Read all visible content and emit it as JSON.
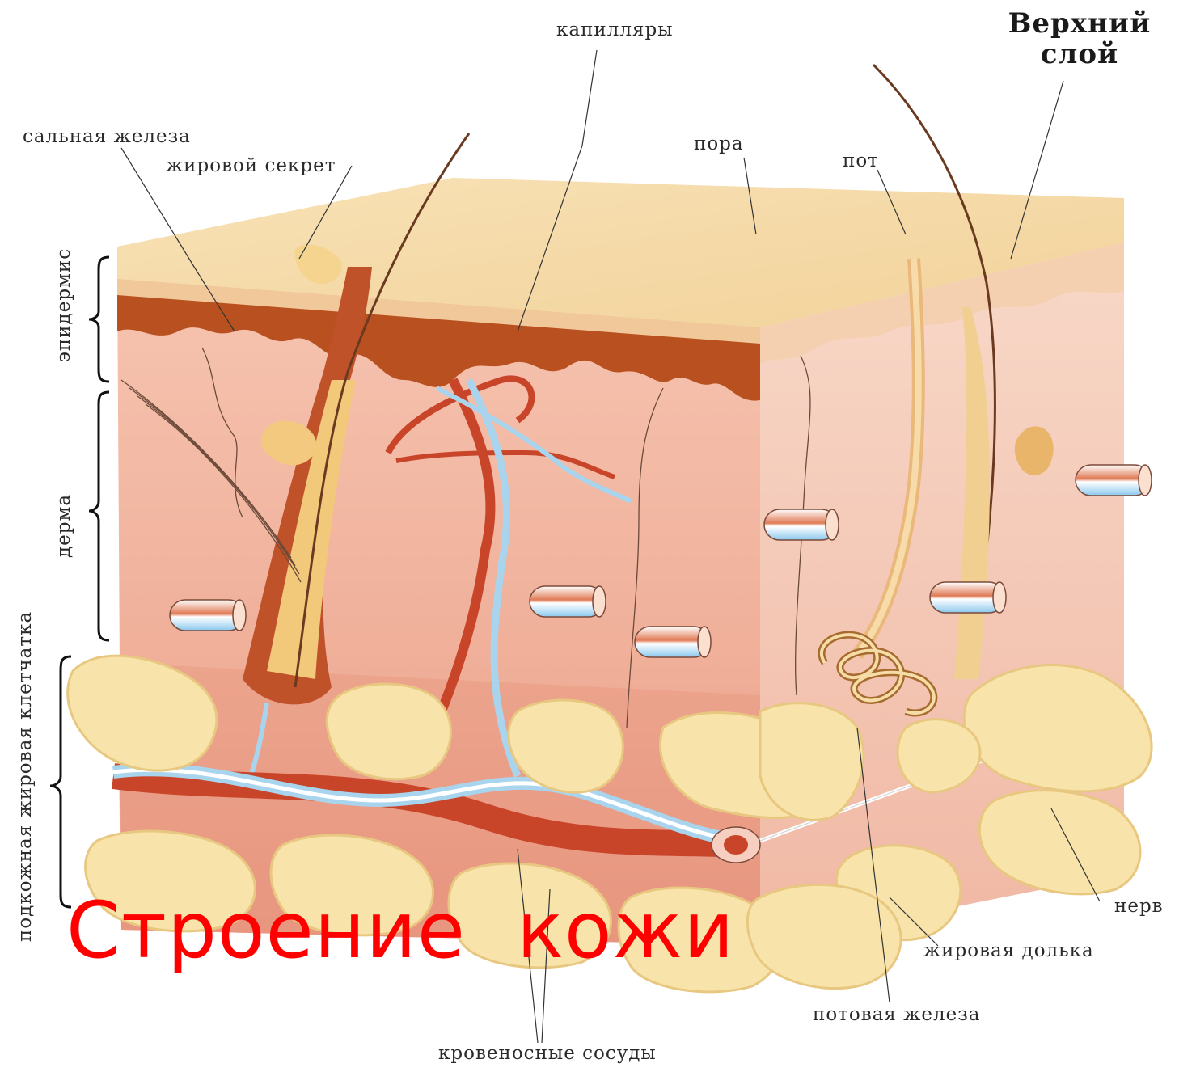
{
  "title": "Строение  кожи",
  "labels": {
    "capillaries": "капилляры",
    "upper_layer_line1": "Верхний",
    "upper_layer_line2": "слой",
    "sebaceous_gland": "сальная железа",
    "fatty_secretion": "жировой секрет",
    "pore": "пора",
    "sweat": "пот",
    "nerve": "нерв",
    "fat_lobule": "жировая долька",
    "sweat_gland": "потовая железа",
    "blood_vessels": "кровеносные сосуды"
  },
  "side_labels": {
    "epidermis": "эпидермис",
    "dermis": "дерма",
    "subcutaneous": "подкожная жировая клетчатка"
  },
  "colors": {
    "title": "#ff0000",
    "epidermis_top": "#f7dcaa",
    "epidermis_band": "#b8501f",
    "dermis": "#f3b9a6",
    "subcutaneous": "#ea9a86",
    "fat": "#f8e3aa",
    "artery": "#c8452a",
    "vein": "#a9d4ee"
  }
}
